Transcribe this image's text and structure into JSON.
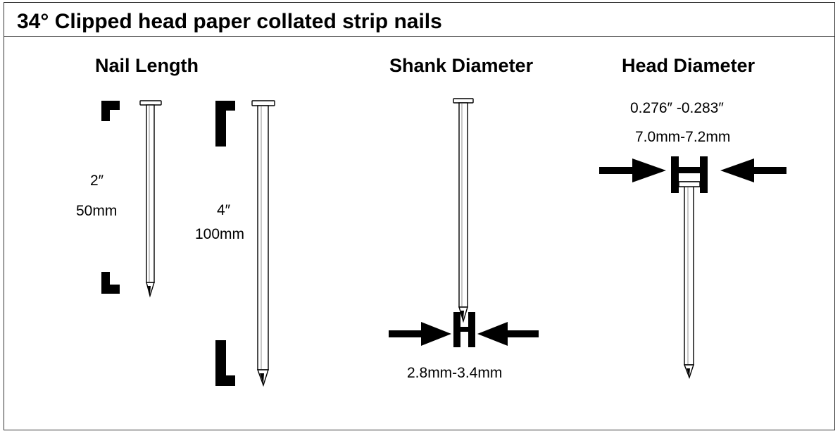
{
  "title": "34°  Clipped head paper collated strip nails",
  "sections": {
    "nail_length": {
      "heading": "Nail Length",
      "short_nail": {
        "inch": "2″",
        "mm": "50mm"
      },
      "long_nail": {
        "inch": "4″",
        "mm": "100mm"
      }
    },
    "shank_diameter": {
      "heading": "Shank Diameter",
      "range": "2.8mm-3.4mm"
    },
    "head_diameter": {
      "heading": "Head Diameter",
      "range_inch": "0.276″ -0.283″",
      "range_mm": "7.0mm-7.2mm"
    }
  }
}
